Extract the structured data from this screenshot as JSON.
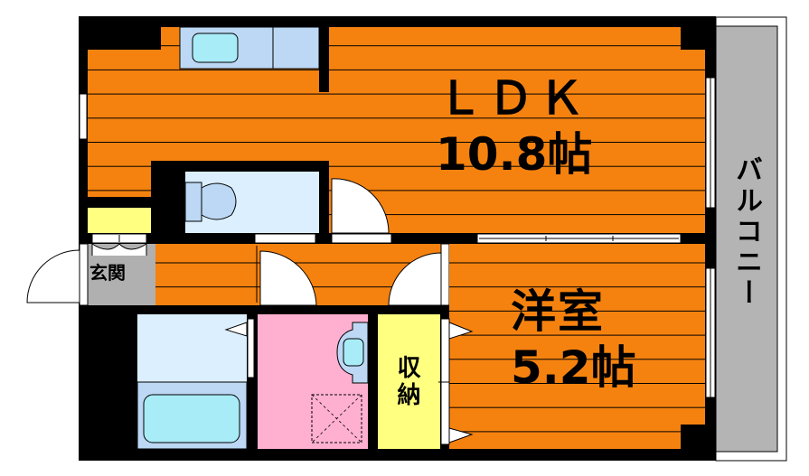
{
  "rooms": {
    "ldk": {
      "name": "ＬＤＫ",
      "size": "10.8帖"
    },
    "western": {
      "name": "洋室",
      "size": "5.2帖"
    },
    "entrance": {
      "name": "玄関"
    },
    "storage": {
      "name": "収納"
    },
    "balcony": {
      "name": "バルコニー"
    }
  },
  "colors": {
    "floor": "#f5820f",
    "wall": "#000000",
    "wet_area": "#dcefff",
    "fixture": "#bcd8f4",
    "water": "#a8ecf8",
    "washroom": "#ffb0d0",
    "storage": "#ffff80",
    "entrance": "#b0b0b0",
    "balcony": "#b4b4b4"
  }
}
